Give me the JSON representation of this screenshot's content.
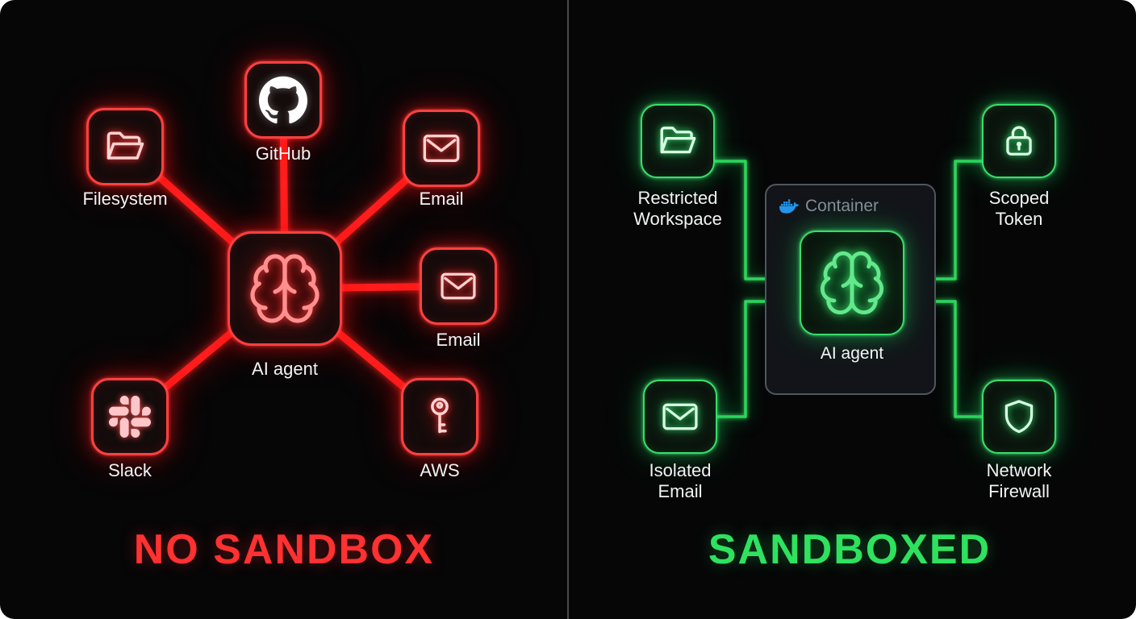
{
  "panels": {
    "left": {
      "title": "NO SANDBOX",
      "agent_label": "AI agent",
      "nodes": {
        "filesystem": {
          "label": "Filesystem",
          "icon": "folder-icon"
        },
        "github": {
          "label": "GitHub",
          "icon": "github-icon"
        },
        "email_top": {
          "label": "Email",
          "icon": "email-icon"
        },
        "email_right": {
          "label": "Email",
          "icon": "email-icon"
        },
        "slack": {
          "label": "Slack",
          "icon": "slack-icon"
        },
        "aws": {
          "label": "AWS",
          "icon": "key-icon"
        }
      }
    },
    "right": {
      "title": "SANDBOXED",
      "container_label": "Container",
      "agent_label": "AI agent",
      "nodes": {
        "restricted_workspace": {
          "label": "Restricted Workspace",
          "icon": "folder-icon"
        },
        "scoped_token": {
          "label": "Scoped Token",
          "icon": "lock-icon"
        },
        "isolated_email": {
          "label": "Isolated Email",
          "icon": "email-icon"
        },
        "network_firewall": {
          "label": "Network Firewall",
          "icon": "shield-icon"
        }
      }
    }
  },
  "colors": {
    "danger_red": "#ff3131",
    "safe_green": "#2ee25f",
    "background": "#060607",
    "container_border": "#50565e",
    "container_label_text": "#848d99",
    "docker_blue": "#2496ed",
    "label_text": "#f2f3f4"
  }
}
